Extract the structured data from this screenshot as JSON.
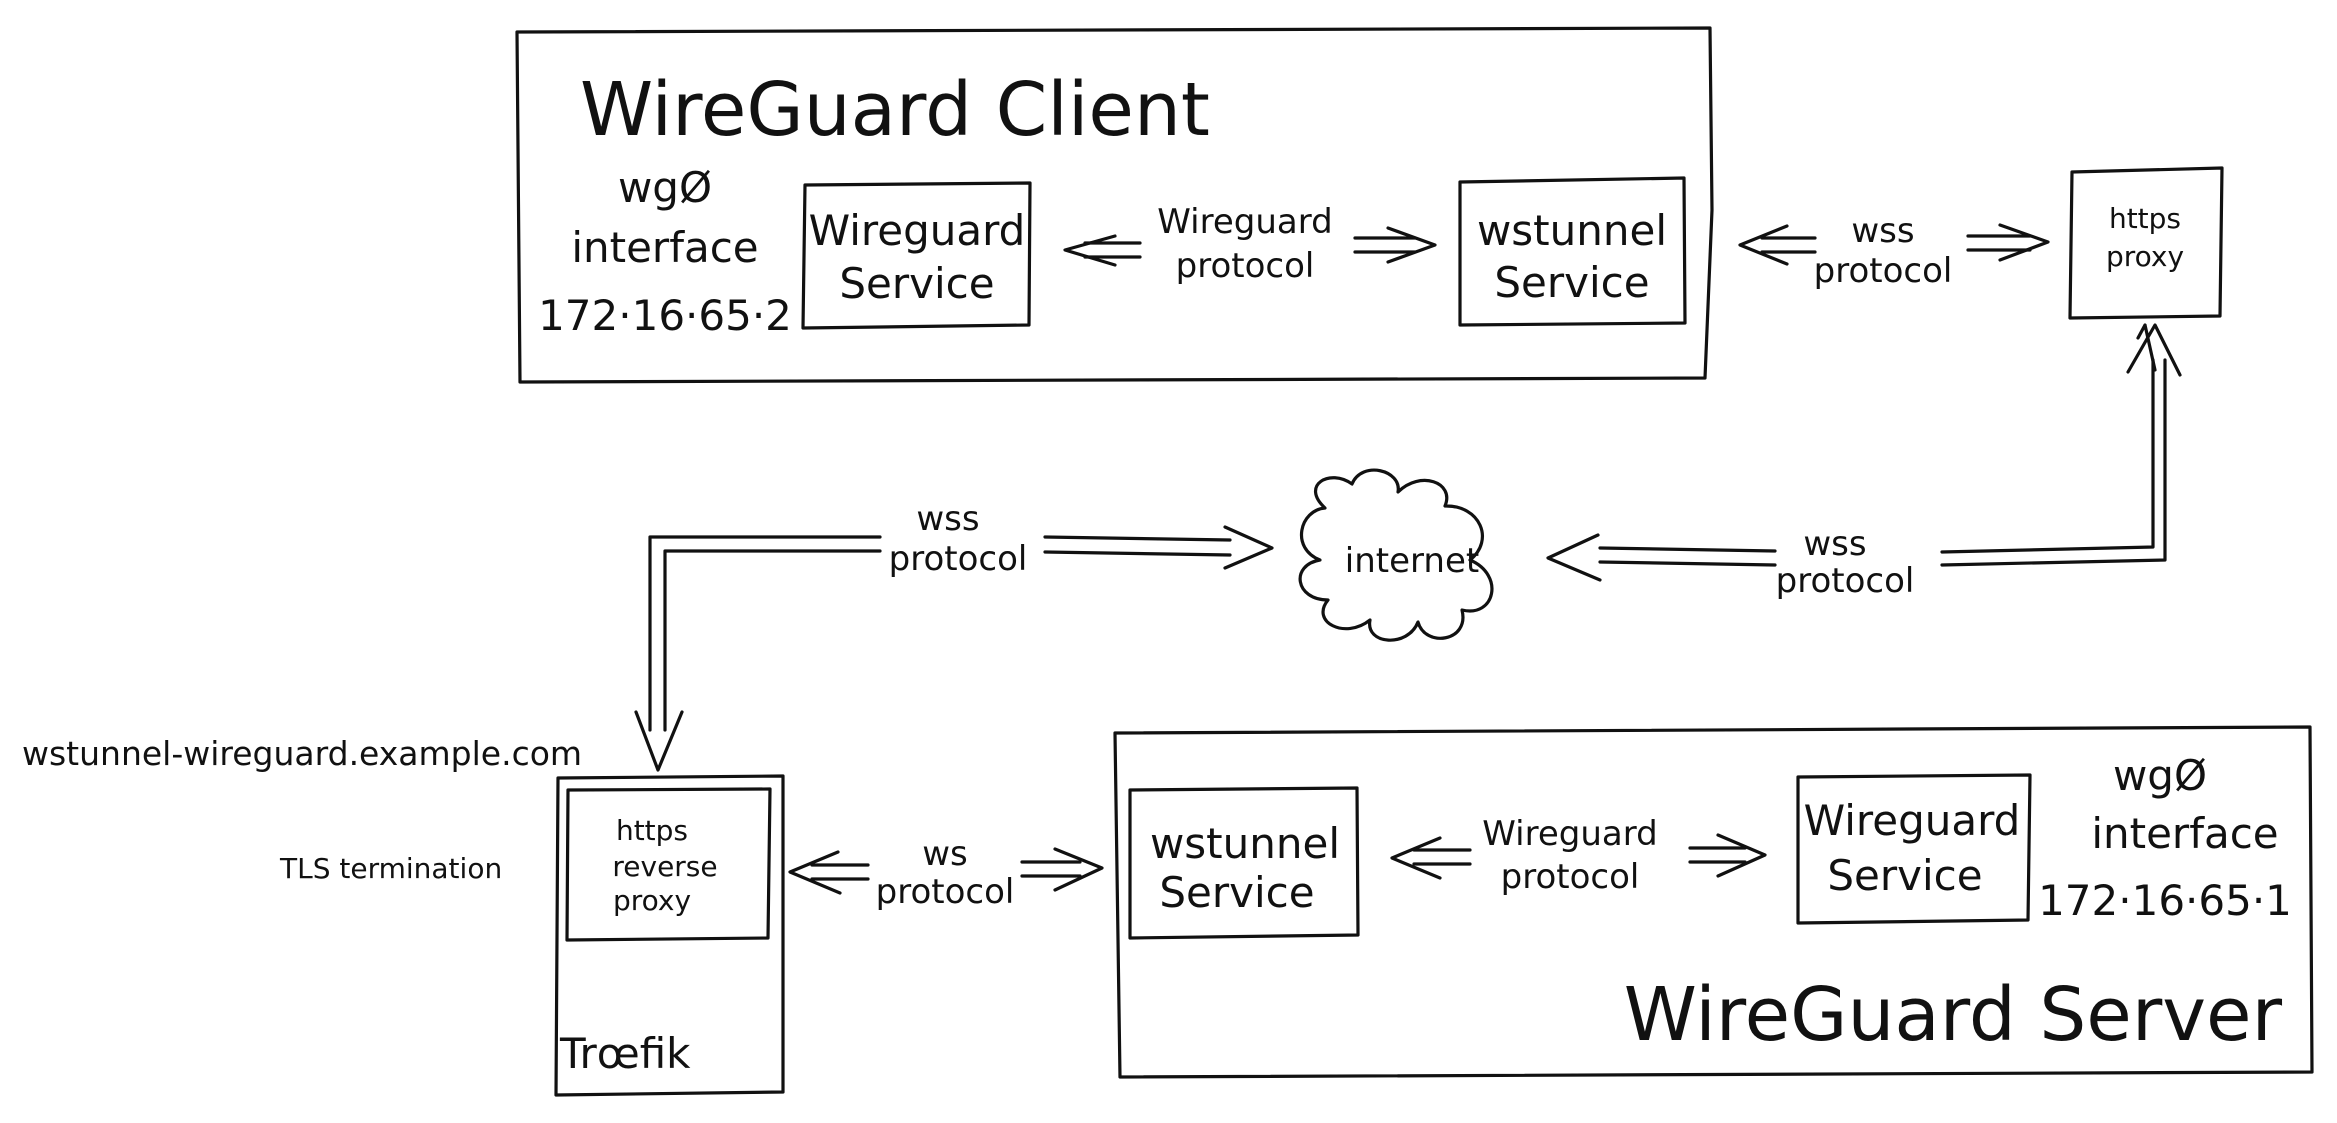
{
  "client": {
    "title": "WireGuard Client",
    "iface_name": "wgØ",
    "iface_label": "interface",
    "iface_ip": "172·16·65·2",
    "wireguard_service": [
      "Wireguard",
      "Service"
    ],
    "wstunnel_service": [
      "wstunnel",
      "Service"
    ],
    "link_protocol": [
      "Wireguard",
      "protocol"
    ]
  },
  "proxy": {
    "label": [
      "https",
      "proxy"
    ],
    "link_protocol": [
      "wss",
      "protocol"
    ]
  },
  "internet": {
    "label": "internet",
    "left_link": [
      "wss",
      "protocol"
    ],
    "right_link": [
      "wss",
      "protocol"
    ]
  },
  "traefik": {
    "hostname": "wstunnel-wireguard.example.com",
    "tls_label": "TLS termination",
    "reverse_proxy": [
      "https",
      "reverse",
      "proxy"
    ],
    "name": "Trœfik",
    "link_protocol": [
      "ws",
      "protocol"
    ]
  },
  "server": {
    "title": "WireGuard Server",
    "iface_name": "wgØ",
    "iface_label": "interface",
    "iface_ip": "172·16·65·1",
    "wstunnel_service": [
      "wstunnel",
      "Service"
    ],
    "wireguard_service": [
      "Wireguard",
      "Service"
    ],
    "link_protocol": [
      "Wireguard",
      "protocol"
    ]
  }
}
